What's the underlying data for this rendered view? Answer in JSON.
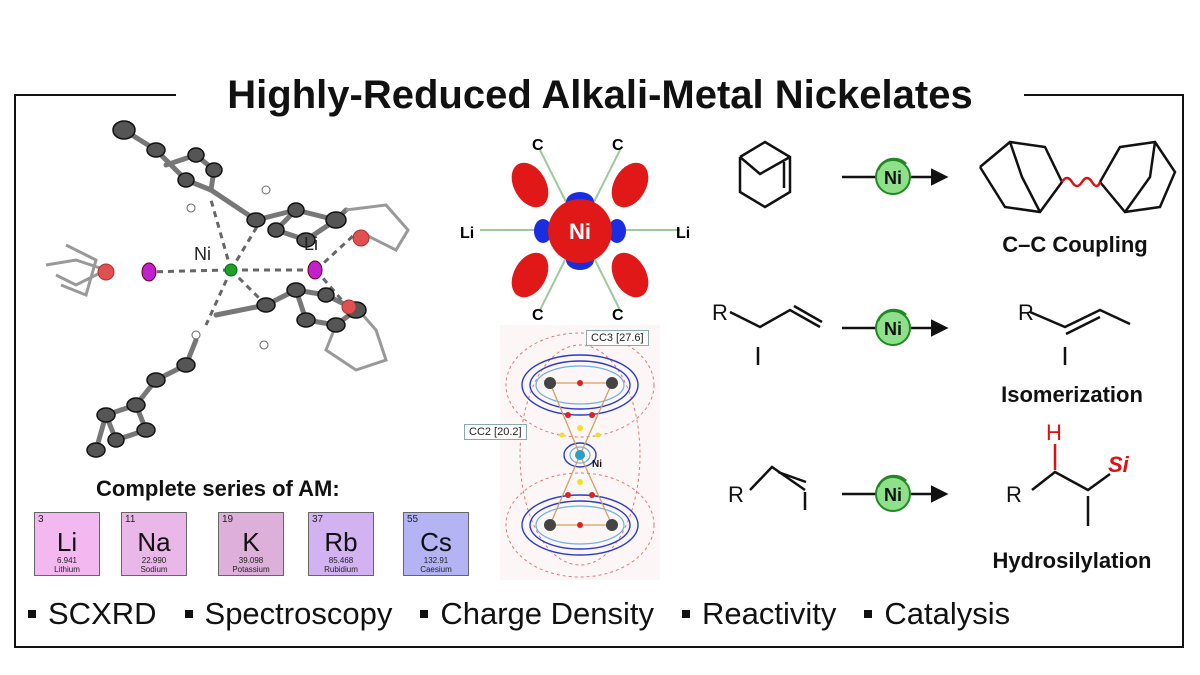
{
  "title": "Highly-Reduced Alkali-Metal Nickelates",
  "structure": {
    "ni_label": "Ni",
    "li_label": "Li"
  },
  "orbital": {
    "center": "Ni",
    "c_top_left": "C",
    "c_top_right": "C",
    "c_bottom_left": "C",
    "c_bottom_right": "C",
    "li_left": "Li",
    "li_right": "Li"
  },
  "density": {
    "cc3": "CC3 [27.6]",
    "cc2": "CC2 [20.2]",
    "ni": "Ni"
  },
  "reactions": [
    {
      "catalyst": "Ni",
      "label": "C–C Coupling"
    },
    {
      "catalyst": "Ni",
      "label": "Isomerization",
      "r_left": "R",
      "r_right": "R"
    },
    {
      "catalyst": "Ni",
      "label": "Hydrosilylation",
      "r_left": "R",
      "r_right": "R",
      "h": "H",
      "si": "Si"
    }
  ],
  "am_series": {
    "title": "Complete series of AM:",
    "elements": [
      {
        "number": "3",
        "symbol": "Li",
        "mass": "6.941",
        "name": "Lithium",
        "color": "#f4b8f0"
      },
      {
        "number": "11",
        "symbol": "Na",
        "mass": "22.990",
        "name": "Sodium",
        "color": "#eab8e8"
      },
      {
        "number": "19",
        "symbol": "K",
        "mass": "39.098",
        "name": "Potassium",
        "color": "#dcb0d8"
      },
      {
        "number": "37",
        "symbol": "Rb",
        "mass": "85.468",
        "name": "Rubidium",
        "color": "#d2b2f0"
      },
      {
        "number": "55",
        "symbol": "Cs",
        "mass": "132.91",
        "name": "Caesium",
        "color": "#b4b4f4"
      }
    ]
  },
  "techniques": [
    "SCXRD",
    "Spectroscopy",
    "Charge Density",
    "Reactivity",
    "Catalysis"
  ],
  "colors": {
    "catalyst_green": "#8fe08a",
    "arrow_green": "#1f8a1f",
    "highlight_red": "#d11",
    "lobe_red": "#e01818",
    "lobe_blue": "#1a2ee0"
  }
}
